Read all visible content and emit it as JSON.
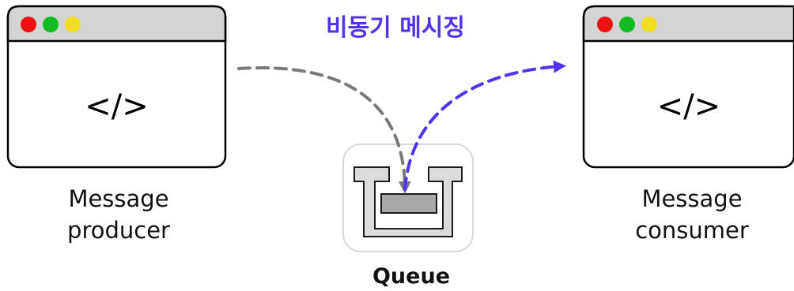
{
  "title": "비동기 메시징",
  "producer": {
    "code": "</>",
    "label_line1": "Message",
    "label_line2": "producer"
  },
  "consumer": {
    "code": "</>",
    "label_line1": "Message",
    "label_line2": "consumer"
  },
  "queue": {
    "label": "Queue"
  },
  "colors": {
    "accent": "#5533ee",
    "arrow_gray": "#7a7a7a",
    "dot_red": "#ee1111",
    "dot_green": "#11bb22",
    "dot_yellow": "#eedd22",
    "titlebar": "#d4d4d4",
    "queue_fill": "#a8a8a8",
    "queue_frame": "#dcdcdc"
  }
}
